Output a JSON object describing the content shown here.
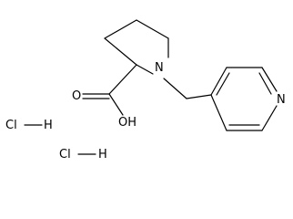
{
  "structure": {
    "atoms": {
      "ring_nitrogen": "N",
      "pyridine_nitrogen": "N",
      "hydroxyl": "OH",
      "carbonyl_oxygen": "O"
    },
    "salts": [
      {
        "chlorine": "Cl",
        "hydrogen": "H"
      },
      {
        "chlorine": "Cl",
        "hydrogen": "H"
      }
    ]
  }
}
